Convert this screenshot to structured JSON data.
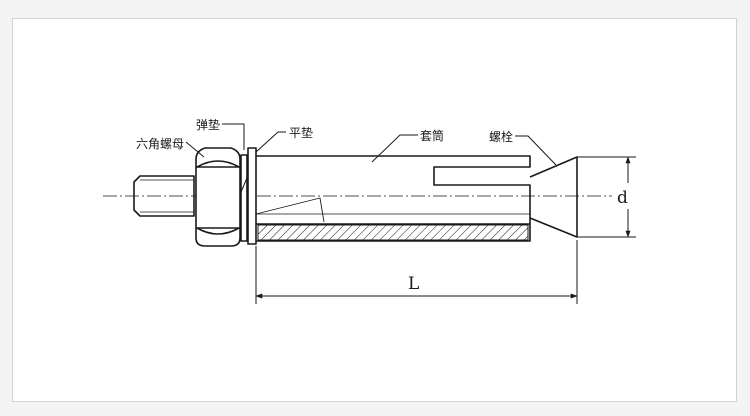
{
  "labels": {
    "hex_nut": "六角螺母",
    "spring_washer": "弹垫",
    "flat_washer": "平垫",
    "sleeve": "套筒",
    "bolt": "螺栓"
  },
  "dimensions": {
    "diameter": "d",
    "length": "L"
  },
  "colors": {
    "ink": "#1a1a1a",
    "frame_border": "#d2d2d2",
    "background": "#f4f4f4"
  }
}
